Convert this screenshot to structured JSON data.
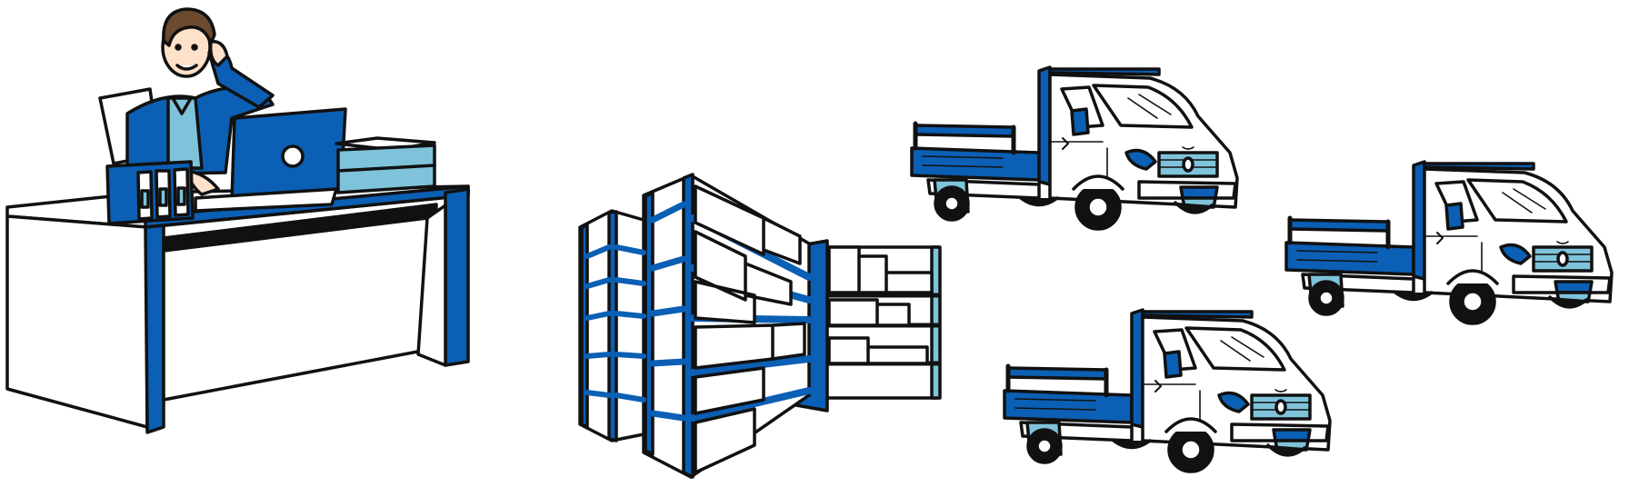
{
  "scene": {
    "background": "#ffffff",
    "palette": {
      "blue": "#0b5fb4",
      "light_blue": "#7fc3da",
      "outline": "#111111",
      "white": "#ffffff",
      "hair": "#6b4a2f",
      "skin": "#fde1c8"
    },
    "groups": [
      {
        "name": "office-worker-at-desk",
        "icon": "office-desk-icon"
      },
      {
        "name": "warehouse-shelving",
        "icon": "warehouse-shelf-icon"
      },
      {
        "name": "delivery-trucks",
        "icon": "flatbed-truck-icon",
        "count": 3
      }
    ]
  }
}
